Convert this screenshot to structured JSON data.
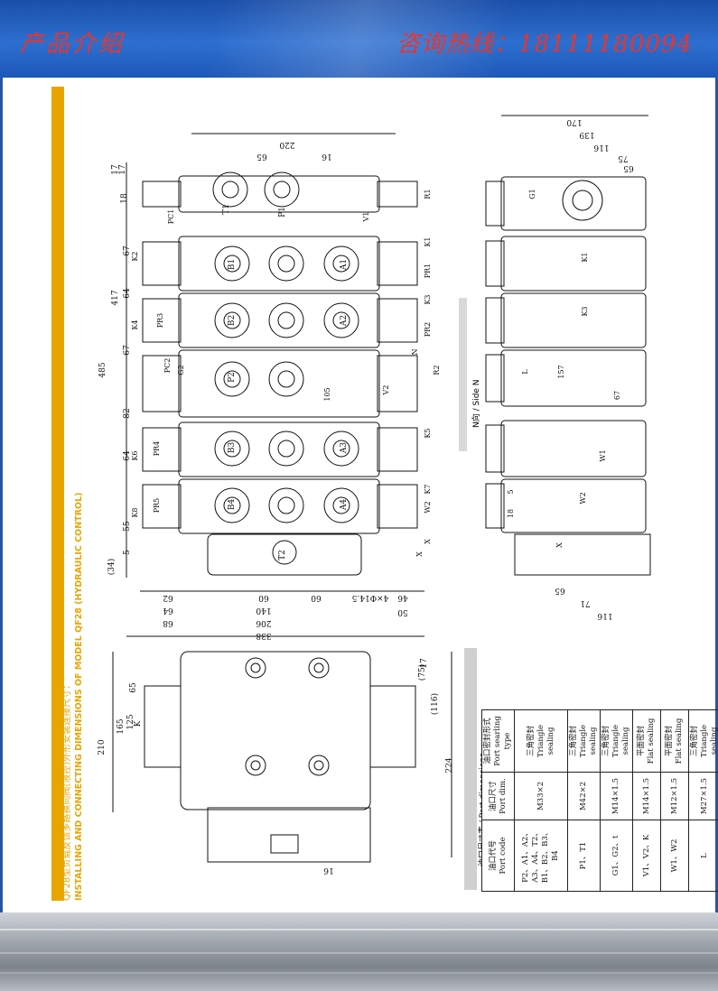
{
  "header": {
    "title": "产品介绍",
    "hotline": "咨询热线：18111180094"
  },
  "side_title": {
    "cn": "QF28型负载反馈多路换向阀(液控)外形安装连接尺寸：",
    "en": "INSTALLING AND CONNECTING DIMENSIONS OF MODEL QF28 (HYDRAULIC CONTROL)"
  },
  "side_view_label": "N向 / Side N",
  "main_drawing": {
    "top_dims": [
      "220",
      "16",
      "65"
    ],
    "left_dims": [
      "17",
      "17",
      "18",
      "67",
      "64",
      "67",
      "417",
      "82",
      "64",
      "55",
      "5",
      "(34)",
      "485"
    ],
    "bottom_dims": [
      "62",
      "64",
      "68",
      "60",
      "140",
      "206",
      "338",
      "60",
      "4×Φ14.5",
      "46",
      "50"
    ],
    "port_labels": [
      "T1",
      "P1",
      "B1",
      "A1",
      "B2",
      "A2",
      "P2",
      "B3",
      "A3",
      "B4",
      "A4",
      "T2"
    ],
    "side_labels": [
      "PC1",
      "K2",
      "PR3",
      "K4",
      "PC2",
      "G2",
      "K6",
      "PR4",
      "PR5",
      "K8",
      "V1",
      "R1",
      "K1",
      "PR1",
      "K3",
      "PR2",
      "N",
      "R2",
      "V2",
      "K5",
      "K7",
      "W2",
      "X",
      "X",
      "105"
    ]
  },
  "side_drawing": {
    "top_dims": [
      "170",
      "139",
      "116",
      "75",
      "65"
    ],
    "labels": [
      "G1",
      "K1",
      "K3",
      "L",
      "157",
      "67",
      "W1",
      "W2",
      "18",
      "5",
      "X"
    ],
    "bottom_dims": [
      "65",
      "71",
      "116"
    ]
  },
  "bottom_drawing": {
    "left_dims": [
      "210",
      "165",
      "125",
      "65",
      "K"
    ],
    "right_dims": [
      "17",
      "(75)",
      "(116)",
      "224"
    ],
    "bottom_dim": "16"
  },
  "port_table": {
    "caption": "油口尺寸表 / Port dimensions",
    "headers": [
      {
        "cn": "油口代号",
        "en": "Port code"
      },
      {
        "cn": "油口尺寸",
        "en": "Port dim."
      },
      {
        "cn": "油口密封形式",
        "en": "Port searling type"
      }
    ],
    "rows": [
      {
        "code": "P2、A1、A2、A3、A4、T2、B1、B2、B3、B4",
        "dim": "M33×2",
        "seal_cn": "三角密封",
        "seal_en": "Triangle sealing"
      },
      {
        "code": "P1、T1",
        "dim": "M42×2",
        "seal_cn": "三角密封",
        "seal_en": "Triangle sealing"
      },
      {
        "code": "G1、G2、t",
        "dim": "M14×1.5",
        "seal_cn": "三角密封",
        "seal_en": "Triangle sealing"
      },
      {
        "code": "V1、V2、K",
        "dim": "M14×1.5",
        "seal_cn": "平面密封",
        "seal_en": "Flat sealing"
      },
      {
        "code": "W1、W2",
        "dim": "M12×1.5",
        "seal_cn": "平面密封",
        "seal_en": "Flat sealing"
      },
      {
        "code": "L",
        "dim": "M27×1.5",
        "seal_cn": "三角密封",
        "seal_en": "Triangle sealing"
      }
    ]
  },
  "colors": {
    "header_blue": "#2d6fd0",
    "title_red": "#e8352b",
    "accent_yellow": "#e8a500"
  }
}
